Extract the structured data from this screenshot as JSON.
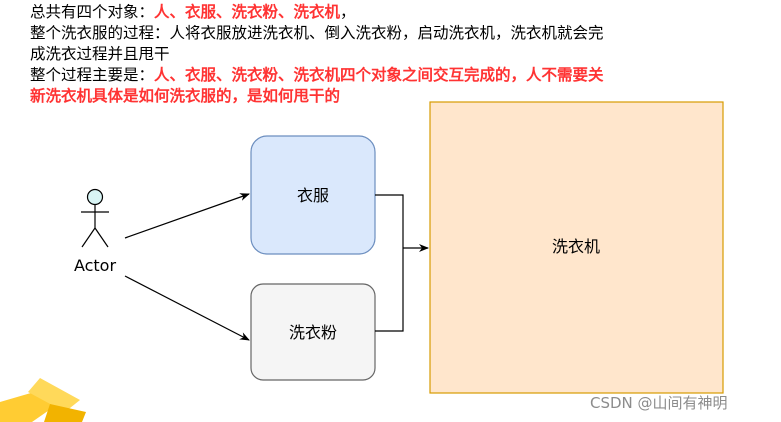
{
  "intro": {
    "line1_prefix": "总共有四个对象：",
    "line1_highlight": "人、衣服、洗衣粉、洗衣机",
    "line1_suffix": "，",
    "line2": "整个洗衣服的过程：人将衣服放进洗衣机、倒入洗衣粉，启动洗衣机，洗衣机就会完",
    "line3": "成洗衣过程并且甩干",
    "line4_prefix": "整个过程主要是：",
    "line4_highlight": "人、衣服、洗衣粉、洗衣机四个对象之间交互完成的，人不需要关",
    "line5_highlight": "新洗衣机具体是如何洗衣服的，是如何甩干的"
  },
  "diagram": {
    "actor_label": "Actor",
    "clothes_label": "衣服",
    "detergent_label": "洗衣粉",
    "washer_label": "洗衣机"
  },
  "colors": {
    "highlight": "#ff3333",
    "clothes_fill": "#dae8fc",
    "clothes_stroke": "#6c8ebf",
    "detergent_fill": "#f5f5f5",
    "detergent_stroke": "#666666",
    "washer_fill": "#ffe6cc",
    "washer_stroke": "#d79b00",
    "actor_head": "#d9f5f5"
  },
  "watermark": "CSDN @山间有神明"
}
